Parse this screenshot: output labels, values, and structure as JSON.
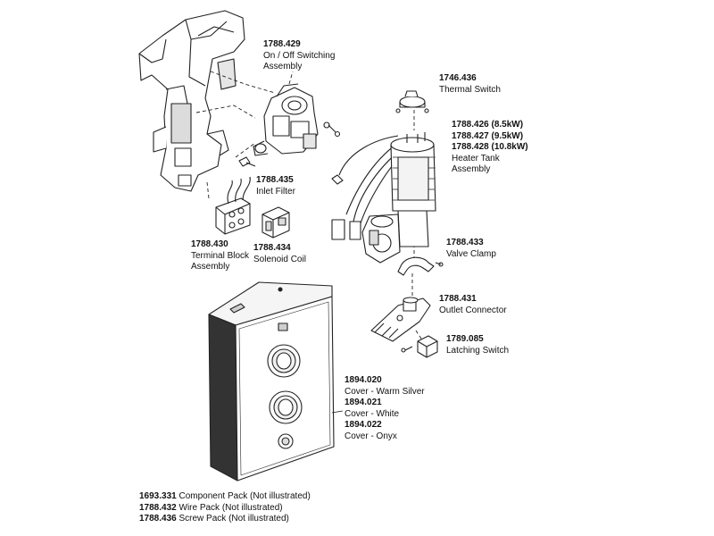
{
  "parts": {
    "switching": {
      "code": "1788.429",
      "desc": [
        "On / Off Switching",
        "Assembly"
      ]
    },
    "thermal": {
      "code": "1746.436",
      "desc": [
        "Thermal Switch"
      ]
    },
    "heater": {
      "codes": [
        "1788.426 (8.5kW)",
        "1788.427 (9.5kW)",
        "1788.428 (10.8kW)"
      ],
      "desc": [
        "Heater Tank",
        "Assembly"
      ]
    },
    "filter": {
      "code": "1788.435",
      "desc": [
        "Inlet Filter"
      ]
    },
    "terminal": {
      "code": "1788.430",
      "desc": [
        "Terminal Block",
        "Assembly"
      ]
    },
    "solenoid": {
      "code": "1788.434",
      "desc": [
        "Solenoid Coil"
      ]
    },
    "valve": {
      "code": "1788.433",
      "desc": [
        "Valve Clamp"
      ]
    },
    "outlet": {
      "code": "1788.431",
      "desc": [
        "Outlet Connector"
      ]
    },
    "latching": {
      "code": "1789.085",
      "desc": [
        "Latching Switch"
      ]
    },
    "cover": [
      {
        "code": "1894.020",
        "desc": "Cover - Warm Silver"
      },
      {
        "code": "1894.021",
        "desc": "Cover - White"
      },
      {
        "code": "1894.022",
        "desc": "Cover - Onyx"
      }
    ]
  },
  "notes": [
    {
      "code": "1693.331",
      "text": "Component Pack (Not illustrated)"
    },
    {
      "code": "1788.432",
      "text": "Wire Pack (Not illustrated)"
    },
    {
      "code": "1788.436",
      "text": "Screw Pack (Not illustrated)"
    }
  ],
  "colors": {
    "line": "#222222",
    "fill": "#ffffff",
    "shade": "#cfcfcf",
    "cover_side": "#333333"
  }
}
